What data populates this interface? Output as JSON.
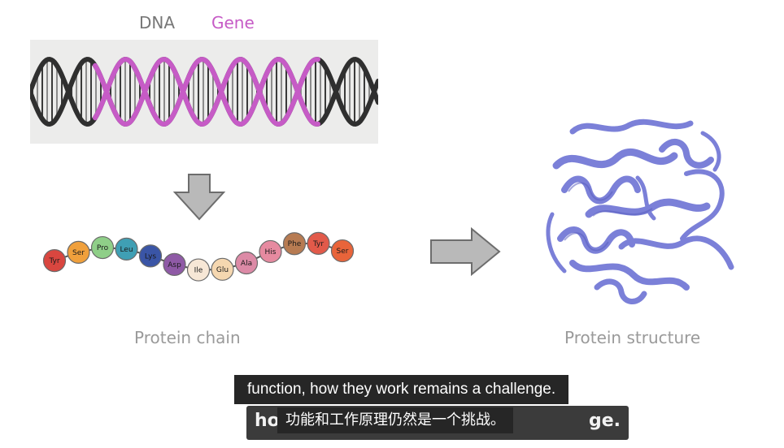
{
  "dna_word": "DNA",
  "gene_word": "Gene",
  "amino_acids": [
    "Tyr",
    "Ser",
    "Pro",
    "Leu",
    "Lys",
    "Asp",
    "Ile",
    "Glu",
    "Ala",
    "His",
    "Phe",
    "Tyr",
    "Ser"
  ],
  "bead_colors": [
    "#d9463f",
    "#f0a03c",
    "#8fcf88",
    "#3f9fb4",
    "#3a55a6",
    "#8f5aa6",
    "#f7e7d6",
    "#f5d7b0",
    "#dc8aa6",
    "#e68aa0",
    "#b77b52",
    "#e25a4a",
    "#e8643a"
  ],
  "chain_label": "Protein chain",
  "structure_label": "Protein structure",
  "colors": {
    "helix_dark": "#2f2f2f",
    "gene": "#c65bc6",
    "protein": "#7b80d8",
    "arrow": "#b8b8b8"
  },
  "subtitles": {
    "english": "function, how they work remains a challenge.",
    "chinese": "功能和工作原理仍然是一个挑战。",
    "behind_fragment_start": "ho",
    "behind_fragment_end": "ge."
  }
}
